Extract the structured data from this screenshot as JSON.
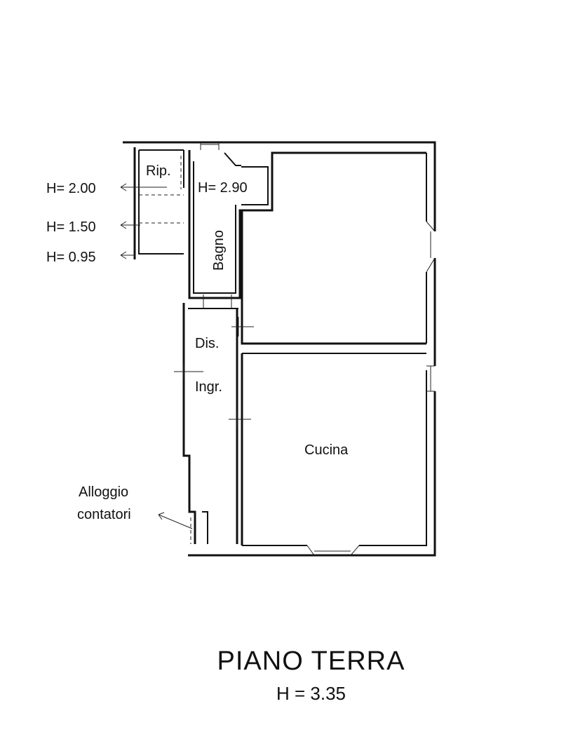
{
  "plan": {
    "rooms": {
      "rip": "Rip.",
      "bagno": "Bagno",
      "dis": "Dis.",
      "ingr": "Ingr.",
      "cucina": "Cucina"
    },
    "heights": {
      "h200": "H= 2.00",
      "h150": "H= 1.50",
      "h095": "H= 0.95",
      "h290": "H= 2.90"
    },
    "alloggio": {
      "line1": "Alloggio",
      "line2": "contatori"
    }
  },
  "footer": {
    "title": "PIANO TERRA",
    "height": "H = 3.35"
  }
}
